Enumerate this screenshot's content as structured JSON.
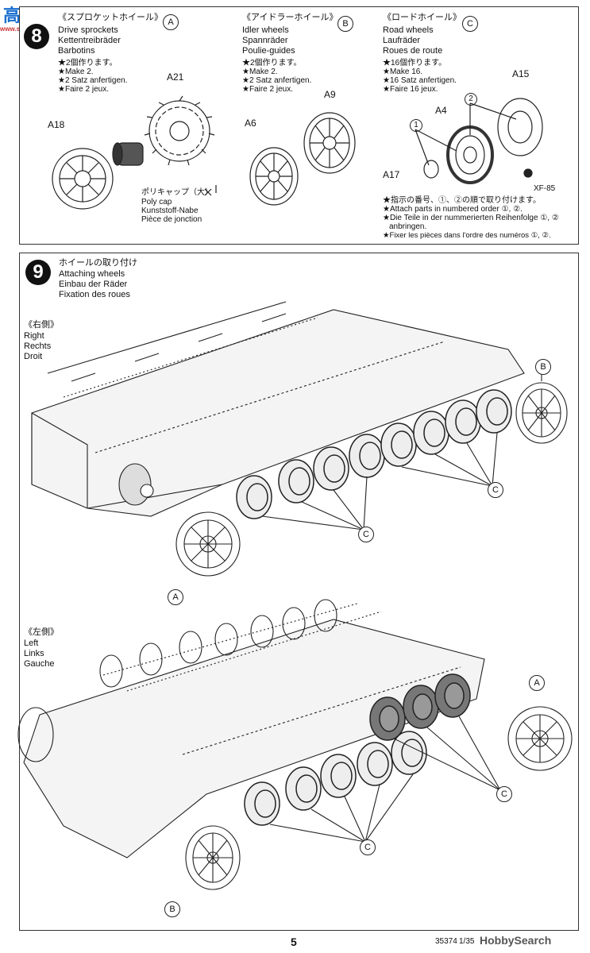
{
  "watermark": {
    "top": "高手",
    "site": "www.shou...com",
    "bottom_brand": "HobbySearch"
  },
  "step8": {
    "number": "8",
    "sprockets": {
      "jp": "《スプロケットホイール》",
      "tag": "A",
      "en": "Drive sprockets",
      "de": "Kettentreibräder",
      "fr": "Barbotins",
      "notes": [
        "★2個作ります。",
        "★Make 2.",
        "★2 Satz anfertigen.",
        "★Faire 2 jeux."
      ],
      "parts": {
        "a21": "A21",
        "a18": "A18"
      },
      "polycap": [
        "ポリキャップ（大）",
        "Poly cap",
        "Kunststoff-Nabe",
        "Pièce de jonction"
      ]
    },
    "idlers": {
      "jp": "《アイドラーホイール》",
      "tag": "B",
      "en": "Idler wheels",
      "de": "Spannräder",
      "fr": "Poulie-guides",
      "notes": [
        "★2個作ります。",
        "★Make 2.",
        "★2 Satz anfertigen.",
        "★Faire 2 jeux."
      ],
      "parts": {
        "a9": "A9",
        "a6": "A6"
      }
    },
    "road": {
      "jp": "《ロードホイール》",
      "tag": "C",
      "en": "Road wheels",
      "de": "Laufräder",
      "fr": "Roues de route",
      "notes": [
        "★16個作ります。",
        "★Make 16.",
        "★16 Satz anfertigen.",
        "★Faire 16 jeux."
      ],
      "parts": {
        "a15": "A15",
        "a4": "A4",
        "a17": "A17",
        "paint": "XF-85",
        "n1": "1",
        "n2": "2"
      },
      "order_notes": [
        "★指示の番号、①、②の順で取り付けます。",
        "★Attach parts in numbered order ①, ②.",
        "★Die Teile in der nummerierten Reihenfolge ①, ②",
        "anbringen.",
        "★Fixer les pièces dans l'ordre des numéros ①, ②."
      ]
    }
  },
  "step9": {
    "number": "9",
    "jp": "ホイールの取り付け",
    "en": "Attaching wheels",
    "de": "Einbau der Räder",
    "fr": "Fixation des roues",
    "right": {
      "jp": "《右側》",
      "en": "Right",
      "de": "Rechts",
      "fr": "Droit"
    },
    "left": {
      "jp": "《左側》",
      "en": "Left",
      "de": "Links",
      "fr": "Gauche"
    },
    "callouts": {
      "a": "A",
      "b": "B",
      "c": "C"
    }
  },
  "footer": {
    "page": "5",
    "code": "35374",
    "scale": "1/35"
  }
}
